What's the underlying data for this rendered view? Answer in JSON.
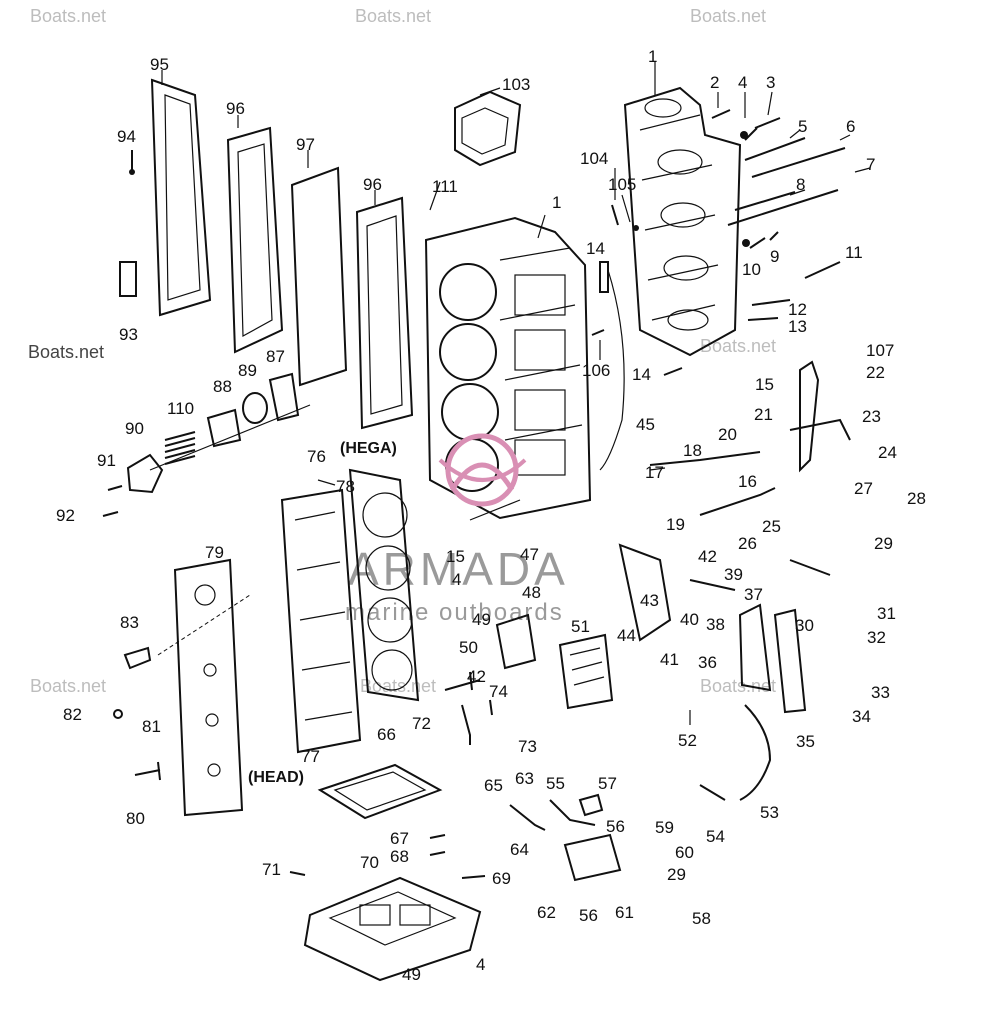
{
  "watermark": {
    "site_marks": [
      "Boats.net",
      "Boats.net",
      "Boats.net",
      "Boats.net",
      "Boats.net",
      "Boats.net",
      "Boats.net",
      "Boats.net"
    ],
    "brand": "ARMADA",
    "brand_sub": "marine outboards",
    "accent": "#d98fb4"
  },
  "tags": {
    "hega": "(HEGA)",
    "head": "(HEAD)"
  },
  "labels": [
    "1",
    "2",
    "4",
    "3",
    "5",
    "6",
    "7",
    "8",
    "9",
    "10",
    "11",
    "12",
    "13",
    "14",
    "15",
    "107",
    "22",
    "21",
    "23",
    "20",
    "24",
    "18",
    "17",
    "16",
    "27",
    "28",
    "19",
    "25",
    "26",
    "29",
    "42",
    "43",
    "44",
    "39",
    "37",
    "38",
    "40",
    "41",
    "36",
    "31",
    "30",
    "32",
    "33",
    "34",
    "35",
    "14",
    "104",
    "105",
    "106",
    "45",
    "1",
    "103",
    "111",
    "95",
    "96",
    "97",
    "96",
    "94",
    "93",
    "87",
    "89",
    "88",
    "110",
    "90",
    "91",
    "92",
    "76",
    "78",
    "15",
    "4",
    "49",
    "47",
    "48",
    "50",
    "51",
    "52",
    "42",
    "74",
    "72",
    "73",
    "79",
    "83",
    "82",
    "81",
    "80",
    "77",
    "66",
    "65",
    "63",
    "55",
    "57",
    "56",
    "64",
    "59",
    "60",
    "29",
    "61",
    "58",
    "62",
    "56",
    "54",
    "53",
    "67",
    "68",
    "69",
    "70",
    "71",
    "4",
    "49"
  ]
}
